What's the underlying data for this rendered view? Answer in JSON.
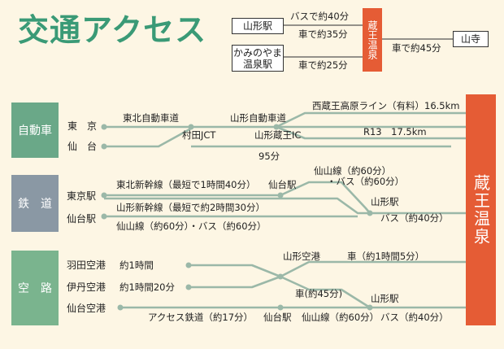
{
  "title": "交通アクセス",
  "top": {
    "yamagata_station": "山形駅",
    "kaminoyama_station": "かみのやま\n温泉駅",
    "yamadera": "山寺",
    "onsen": "蔵王温泉",
    "bus40": "バスで約40分",
    "car35": "車で約35分",
    "car25": "車で約25分",
    "car45": "車で約45分"
  },
  "onsen_main": "蔵王温泉",
  "colors": {
    "title": "#3a9a76",
    "car_cat": "#6aa888",
    "rail_cat": "#8a98a4",
    "air_cat": "#7ab48e",
    "onsen": "#e55c35",
    "line": "#9bb8a8"
  },
  "car": {
    "category": "自動車",
    "tokyo": "東　京",
    "sendai": "仙　台",
    "tohoku_exp": "東北自動車道",
    "yamagata_exp": "山形自動車道",
    "murata_jct": "村田JCT",
    "zao_ic": "山形蔵王IC",
    "nishizao": "西蔵王高原ライン（有料）16.5km",
    "r13": "R13　17.5km",
    "sendai_time": "95分"
  },
  "rail": {
    "category": "鉄　道",
    "tokyo_st": "東京駅",
    "sendai_st": "仙台駅",
    "shinkansen_fast": "東北新幹線（最短で1時間40分）",
    "sendai_eki": "仙台駅",
    "senzan_bus": "仙山線（約60分）",
    "bus60": "・バス（約60分）",
    "yamagata_shinkansen": "山形新幹線（最短で約2時間30分）",
    "senzan_bus_lower": "仙山線（約60分）・バス（約60分）",
    "yamagata_eki": "山形駅",
    "bus40": "バス（約40分）"
  },
  "air": {
    "category": "空　路",
    "haneda": "羽田空港",
    "haneda_time": "約1時間",
    "itami": "伊丹空港",
    "itami_time": "約1時間20分",
    "sendai_airport": "仙台空港",
    "yamagata_airport": "山形空港",
    "car_1h5": "車（約1時間5分）",
    "car45": "車(約45分)",
    "access_rail": "アクセス鉄道（約17分）",
    "sendai_eki": "仙台駅",
    "senzan": "仙山線（約60分）",
    "yamagata_eki": "山形駅",
    "bus40": "バス（約40分）"
  }
}
